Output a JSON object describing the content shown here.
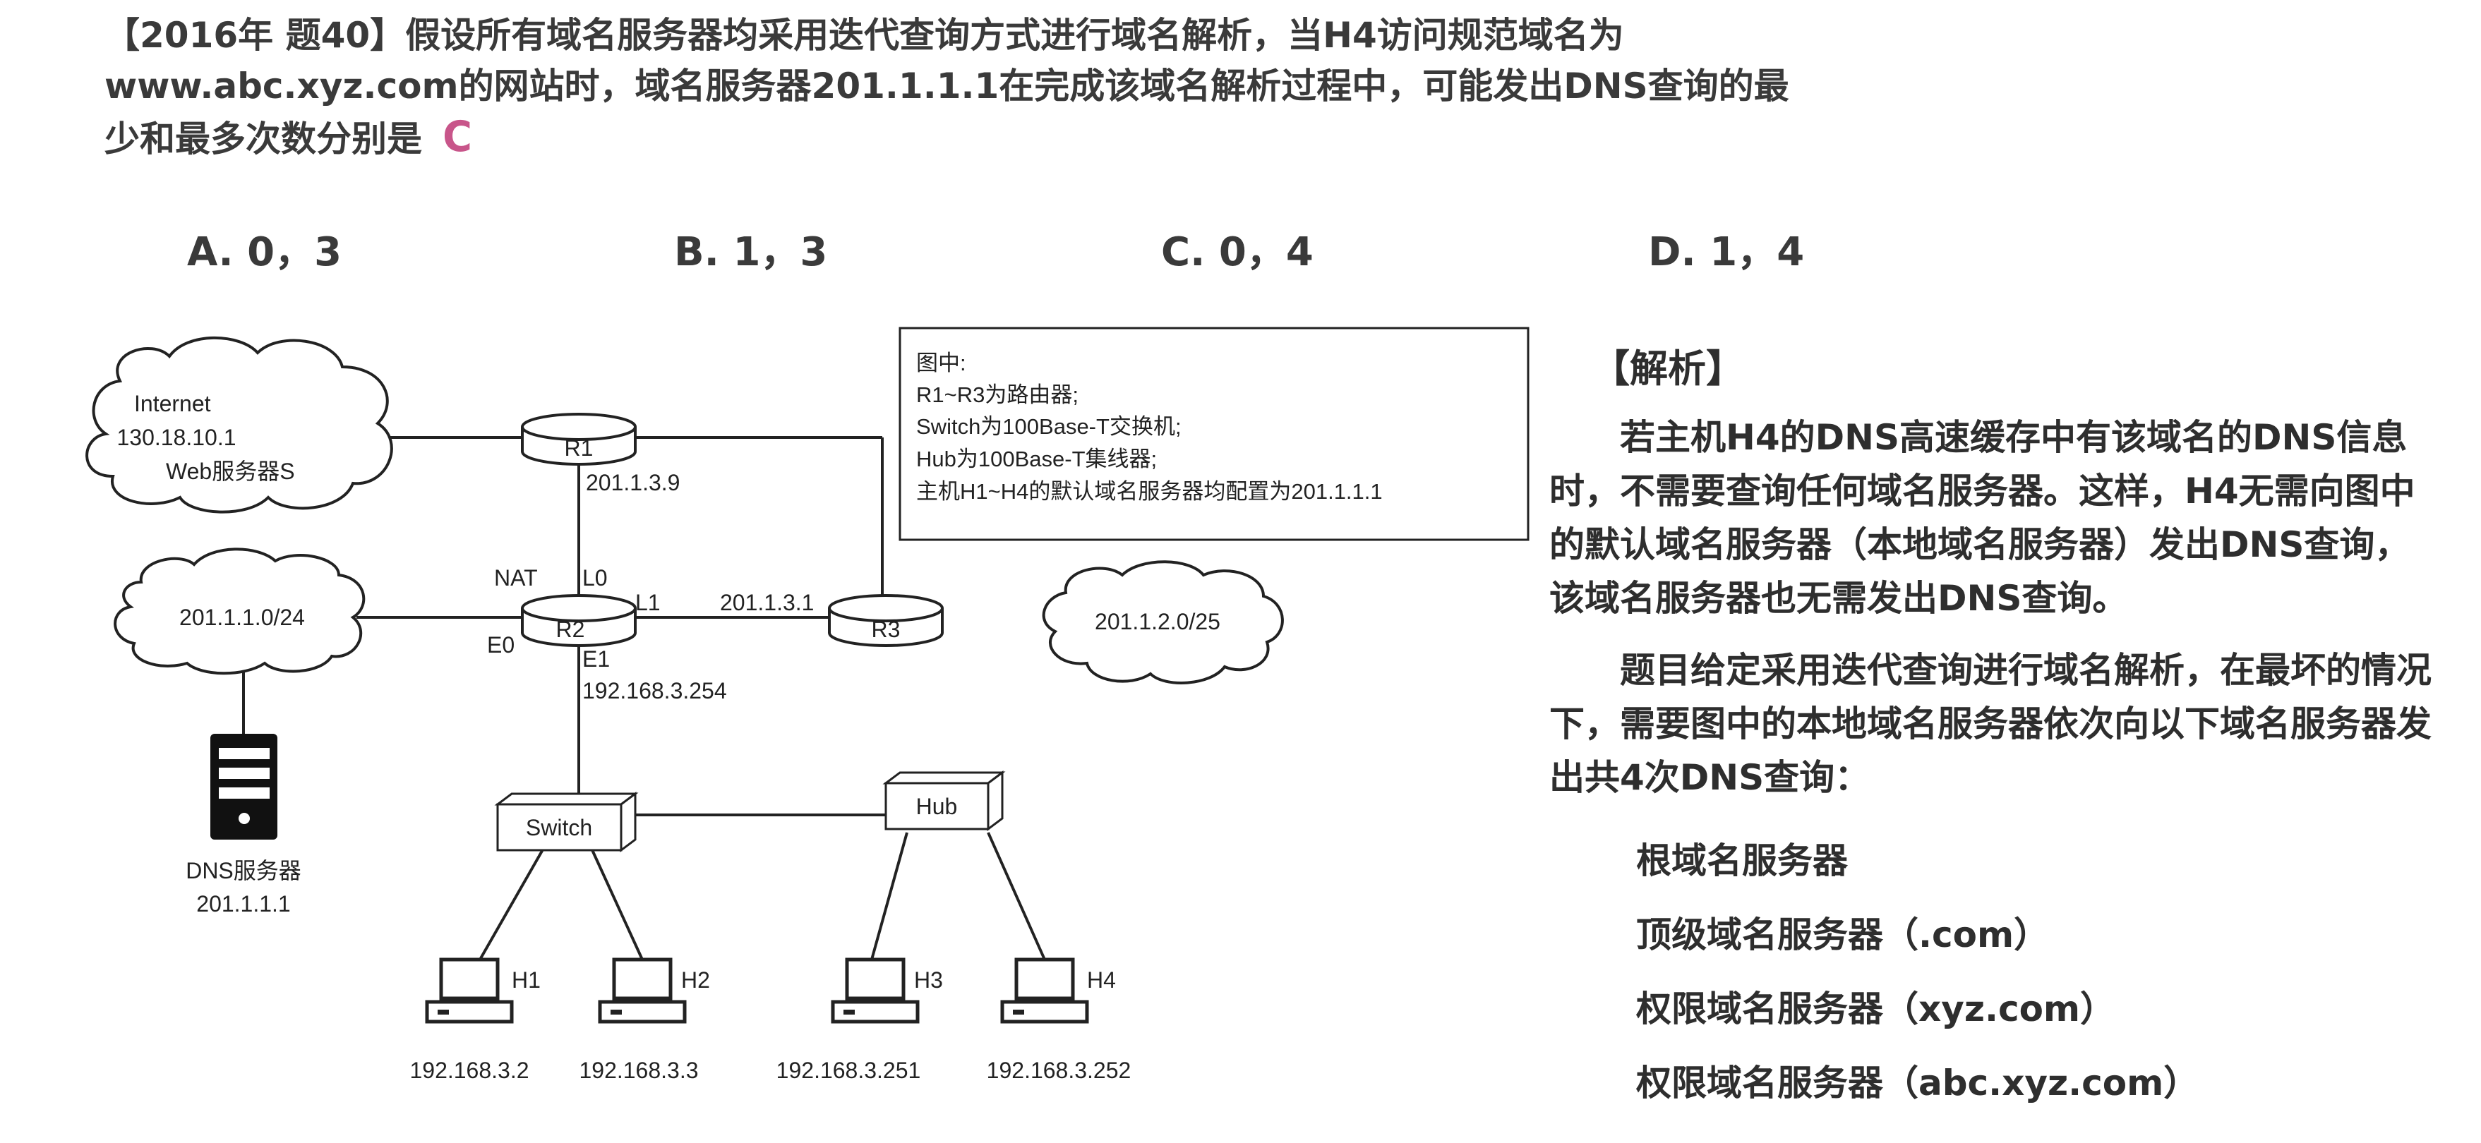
{
  "question": {
    "line1": "【2016年 题40】假设所有域名服务器均采用迭代查询方式进行域名解析，当H4访问规范域名为",
    "line2": "www.abc.xyz.com的网站时，域名服务器201.1.1.1在完成该域名解析过程中，可能发出DNS查询的最",
    "line3": "少和最多次数分别是",
    "answer_mark": "C"
  },
  "options": [
    {
      "label": "A. 0，3"
    },
    {
      "label": "B. 1，3"
    },
    {
      "label": "C. 0，4"
    },
    {
      "label": "D. 1，4"
    }
  ],
  "diagram": {
    "note_lines": [
      "图中:",
      "R1~R3为路由器;",
      "Switch为100Base-T交换机;",
      "Hub为100Base-T集线器;",
      "主机H1~H4的默认域名服务器均配置为201.1.1.1"
    ],
    "internet_cloud": [
      "Internet",
      "130.18.10.1",
      "Web服务器S"
    ],
    "lan_cloud_left": "201.1.1.0/24",
    "lan_cloud_right": "201.1.2.0/25",
    "routers": {
      "r1": "R1",
      "r2": "R2",
      "r3": "R3"
    },
    "labels": {
      "r1_ip": "201.1.3.9",
      "nat": "NAT",
      "l0": "L0",
      "l1": "L1",
      "l1_ip": "201.1.3.1",
      "e0": "E0",
      "e1": "E1",
      "e1_ip": "192.168.3.254",
      "switch": "Switch",
      "hub": "Hub"
    },
    "dns_server": {
      "name": "DNS服务器",
      "ip": "201.1.1.1"
    },
    "hosts": [
      {
        "name": "H1",
        "ip": "192.168.3.2"
      },
      {
        "name": "H2",
        "ip": "192.168.3.3"
      },
      {
        "name": "H3",
        "ip": "192.168.3.251"
      },
      {
        "name": "H4",
        "ip": "192.168.3.252"
      }
    ]
  },
  "analysis": {
    "title": "【解析】",
    "para1": "若主机H4的DNS高速缓存中有该域名的DNS信息时，不需要查询任何域名服务器。这样，H4无需向图中的默认域名服务器（本地域名服务器）发出DNS查询，该域名服务器也无需发出DNS查询。",
    "para2": "题目给定采用迭代查询进行域名解析，在最坏的情况下，需要图中的本地域名服务器依次向以下域名服务器发出共4次DNS查询：",
    "items": [
      "根域名服务器",
      "顶级域名服务器（.com）",
      "权限域名服务器（xyz.com）",
      "权限域名服务器（abc.xyz.com）"
    ]
  }
}
